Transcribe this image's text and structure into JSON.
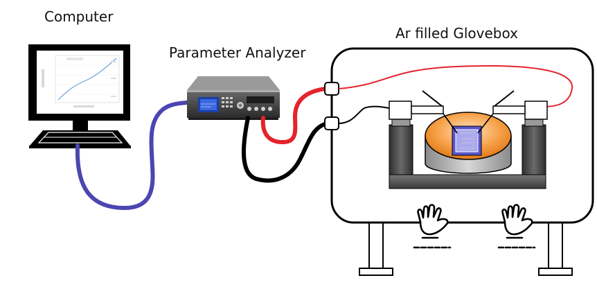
{
  "labels": {
    "computer": "Computer",
    "analyzer": "Parameter Analyzer",
    "glovebox": "Ar filled Glovebox"
  },
  "colors": {
    "usb_cable": "#4b46b0",
    "red_cable": "#e4232b",
    "black_cable": "#000000",
    "vacuum_chuck": "#f28c28",
    "substrate": "#5a55c8",
    "stand": "#5b5b5b"
  },
  "icons": {
    "computer": "monitor-icon",
    "analyzer": "instrument-icon",
    "glove": "glove-icon"
  }
}
